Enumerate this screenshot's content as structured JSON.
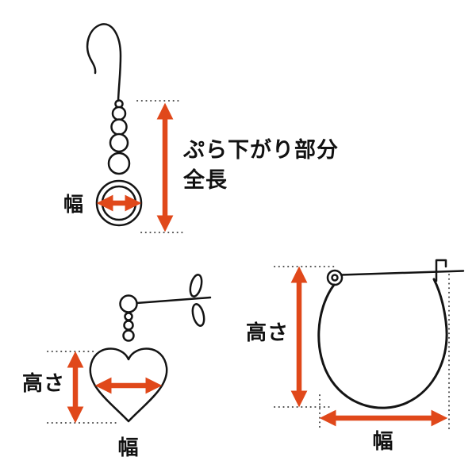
{
  "diagram": {
    "dangle_earring": {
      "width_label": "幅",
      "length_label_line1": "ぷら下がり部分",
      "length_label_line2": "全長"
    },
    "heart_earring": {
      "height_label": "高さ",
      "width_label": "幅"
    },
    "hoop_earring": {
      "height_label": "高さ",
      "width_label": "幅"
    },
    "colors": {
      "arrow": "#e0481a",
      "line_art": "#141414",
      "guide_dots": "#4a4a4a",
      "background": "#ffffff"
    }
  }
}
